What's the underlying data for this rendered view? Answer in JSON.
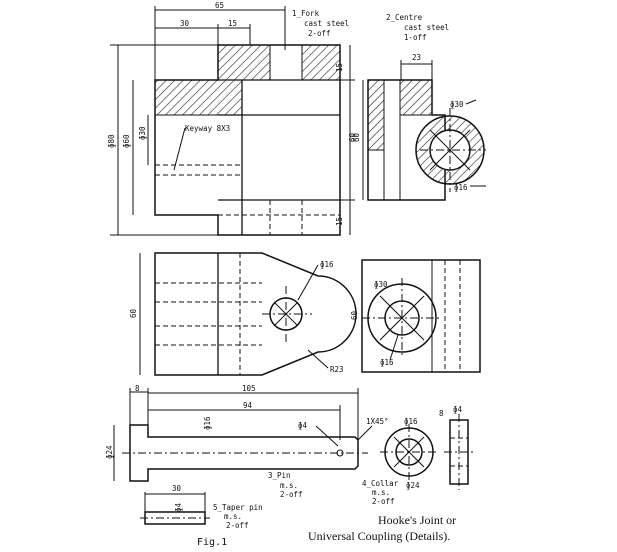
{
  "parts": {
    "fork": {
      "line1": "1_Fork",
      "line2": "cast steel",
      "line3": "2-off"
    },
    "centre": {
      "line1": "2_Centre",
      "line2": "cast steel",
      "line3": "1-off"
    },
    "pin": {
      "line1": "3_Pin",
      "line2": "m.s.",
      "line3": "2-off"
    },
    "collar": {
      "line1": "4_Collar",
      "line2": "m.s.",
      "line3": "2-off"
    },
    "taper_pin": {
      "line1": "5_Taper pin",
      "line2": "m.s.",
      "line3": "2-off"
    }
  },
  "dimensions": {
    "fork_length": "65",
    "fork_30": "30",
    "fork_15": "15",
    "fork_dia80": "ɸ80",
    "fork_dia60": "ɸ60",
    "fork_dia30": "ɸ30",
    "keyway": "Keyway 8X3",
    "fork_15_top": "15",
    "fork_60": "60",
    "fork_15_bot": "15",
    "centre_23": "23",
    "centre_dia30": "ɸ30",
    "centre_dia16": "ɸ16",
    "centre_60": "60",
    "plan_60": "60",
    "plan_dia16": "ɸ16",
    "plan_r23": "R23",
    "side_60": "60",
    "side_dia30": "ɸ30",
    "side_dia16": "ɸ16",
    "pin_8": "8",
    "pin_105": "105",
    "pin_94": "94",
    "pin_dia16": "ɸ16",
    "pin_dia4": "ɸ4",
    "pin_dia24": "ɸ24",
    "chamfer": "1X45°",
    "collar_dia16": "ɸ16",
    "collar_dia24": "ɸ24",
    "collar_8": "8",
    "collar_dia4": "ɸ4",
    "taper_30": "30",
    "taper_dia4": "ɸ4"
  },
  "caption": {
    "line1": "Hooke's Joint or",
    "line2": "Universal Coupling (Details)."
  },
  "figure_label": "Fig.1"
}
